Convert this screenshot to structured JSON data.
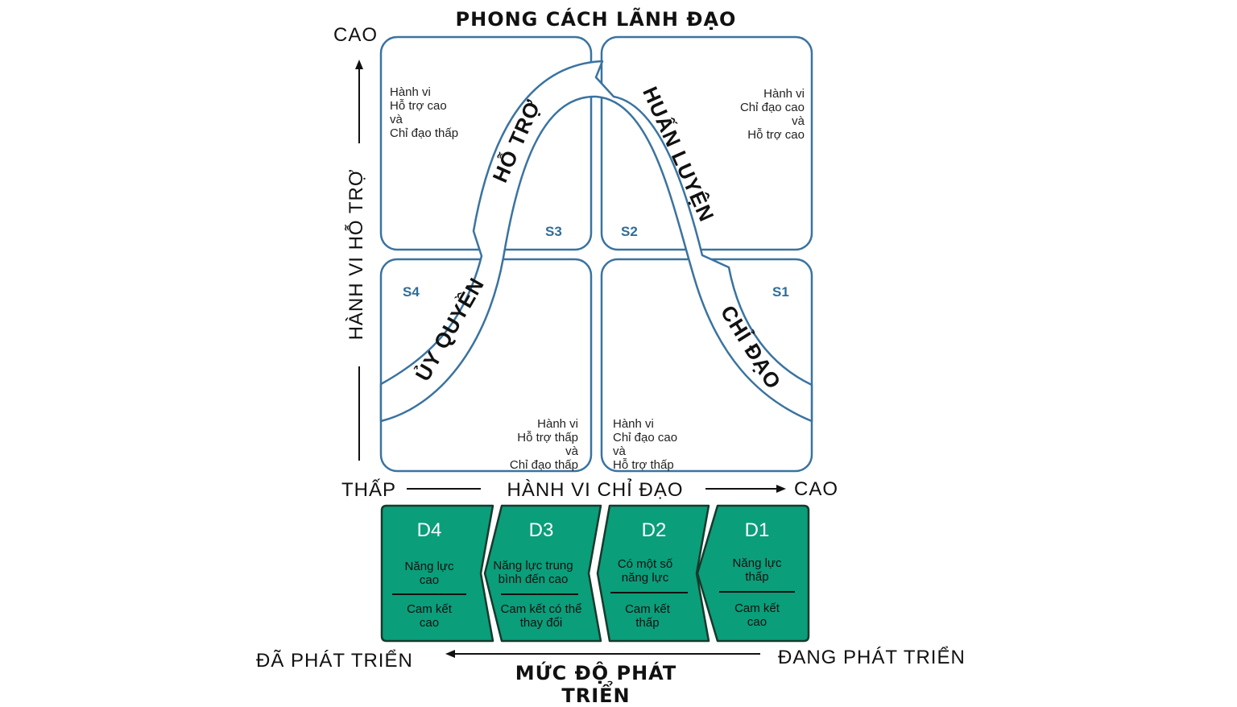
{
  "title": "PHONG CÁCH LÃNH ĐẠO",
  "y_axis": {
    "label": "HÀNH VI HỖ TRỢ",
    "high": "CAO"
  },
  "x_axis": {
    "low": "THẤP",
    "label": "HÀNH VI CHỈ ĐẠO",
    "high": "CAO"
  },
  "quadrants": {
    "s3": {
      "style": "S3",
      "desc": [
        "Hành vi",
        "Hỗ trợ cao",
        "và",
        "Chỉ đạo thấp"
      ]
    },
    "s2": {
      "style": "S2",
      "desc": [
        "Hành vi",
        "Chỉ đạo cao",
        "và",
        "Hỗ trợ cao"
      ]
    },
    "s4": {
      "style": "S4",
      "desc": [
        "Hành vi",
        "Hỗ trợ thấp",
        "và",
        "Chỉ đạo thấp"
      ]
    },
    "s1": {
      "style": "S1",
      "desc": [
        "Hành vi",
        "Chỉ đạo cao",
        "và",
        "Hỗ trợ thấp"
      ]
    }
  },
  "curve_labels": {
    "delegating": "ỦY QUYỀN",
    "supporting": "HỖ TRỢ",
    "coaching": "HUẤN LUYỆN",
    "directing": "CHỈ ĐẠO"
  },
  "development_levels": [
    {
      "level": "D4",
      "competence": [
        "Năng lực",
        "cao"
      ],
      "commitment": [
        "Cam kết",
        "cao"
      ]
    },
    {
      "level": "D3",
      "competence": [
        "Năng lực trung",
        "bình đến cao"
      ],
      "commitment": [
        "Cam kết có thể",
        "thay đổi"
      ]
    },
    {
      "level": "D2",
      "competence": [
        "Có một số",
        "năng lực"
      ],
      "commitment": [
        "Cam kết",
        "thấp"
      ]
    },
    {
      "level": "D1",
      "competence": [
        "Năng lực",
        "thấp"
      ],
      "commitment": [
        "Cam kết",
        "cao"
      ]
    }
  ],
  "development_axis": {
    "developed": "ĐÃ PHÁT TRIỂN",
    "label": "MỨC ĐỘ PHÁT TRIỂN",
    "developing": "ĐANG PHÁT TRIỂN"
  },
  "colors": {
    "box_stroke": "#3a73a0",
    "s_label": "#2e6d99",
    "d_fill": "#0a9e7a",
    "d_stroke": "#163a2c"
  }
}
